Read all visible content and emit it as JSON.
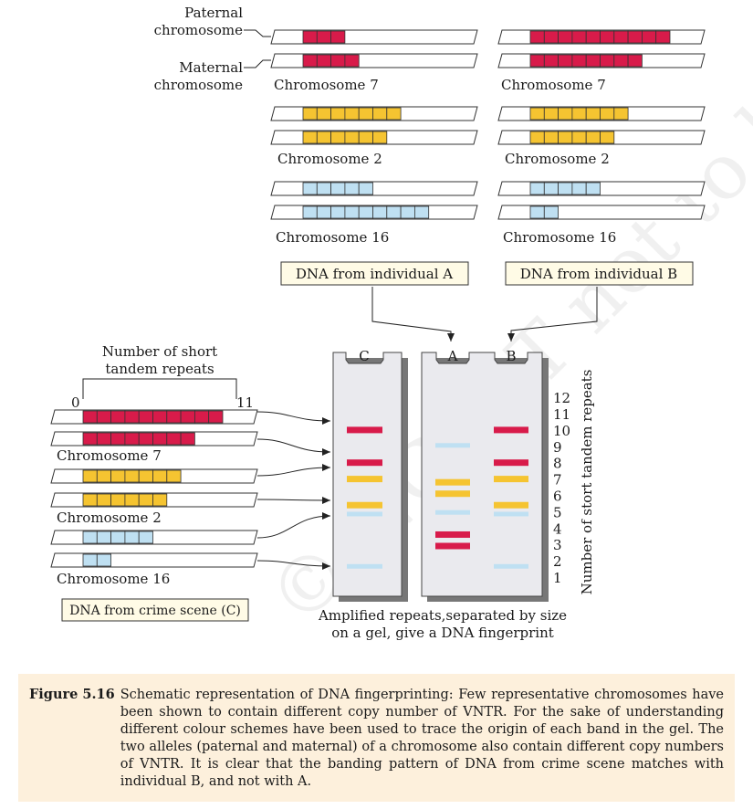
{
  "colors": {
    "red": "#d81b4a",
    "yellow": "#f5c431",
    "blue": "#bfe0f2",
    "gel": "#eaeaee",
    "caption_bg": "#fdf0dc",
    "label_box_bg": "#fffbe6"
  },
  "top_labels": {
    "paternal": [
      "Paternal",
      "chromosome"
    ],
    "maternal": [
      "Maternal",
      "chromosome"
    ]
  },
  "individual_a": {
    "label": "DNA from individual A",
    "chromosomes": [
      {
        "name": "Chromosome 7",
        "color": "red",
        "paternal_repeats": 3,
        "maternal_repeats": 4
      },
      {
        "name": "Chromosome 2",
        "color": "yellow",
        "paternal_repeats": 7,
        "maternal_repeats": 6
      },
      {
        "name": "Chromosome 16",
        "color": "blue",
        "paternal_repeats": 5,
        "maternal_repeats": 9
      }
    ]
  },
  "individual_b": {
    "label": "DNA from individual B",
    "chromosomes": [
      {
        "name": "Chromosome 7",
        "color": "red",
        "paternal_repeats": 10,
        "maternal_repeats": 8
      },
      {
        "name": "Chromosome 2",
        "color": "yellow",
        "paternal_repeats": 7,
        "maternal_repeats": 6
      },
      {
        "name": "Chromosome 16",
        "color": "blue",
        "paternal_repeats": 5,
        "maternal_repeats": 2
      }
    ]
  },
  "crime_scene": {
    "label": "DNA from crime scene (C)",
    "repeat_heading": [
      "Number of short",
      "tandem repeats"
    ],
    "scale_start": "0",
    "scale_end": "11",
    "chromosomes": [
      {
        "name": "Chromosome 7",
        "color": "red",
        "paternal_repeats": 10,
        "maternal_repeats": 8
      },
      {
        "name": "Chromosome 2",
        "color": "yellow",
        "paternal_repeats": 7,
        "maternal_repeats": 6
      },
      {
        "name": "Chromosome 16",
        "color": "blue",
        "paternal_repeats": 5,
        "maternal_repeats": 2
      }
    ]
  },
  "gel": {
    "lanes": [
      "C",
      "A",
      "B"
    ],
    "axis_label": "Number of stort tandem repeats",
    "scale": [
      "1",
      "2",
      "3",
      "4",
      "5",
      "6",
      "7",
      "8",
      "9",
      "10",
      "11",
      "12"
    ],
    "bands": {
      "C": [
        {
          "repeats": 10,
          "color": "red"
        },
        {
          "repeats": 8,
          "color": "red"
        },
        {
          "repeats": 7,
          "color": "yellow"
        },
        {
          "repeats": 5.4,
          "color": "yellow"
        },
        {
          "repeats": 4.8,
          "color": "blue"
        },
        {
          "repeats": 1.6,
          "color": "blue"
        }
      ],
      "A": [
        {
          "repeats": 9,
          "color": "blue"
        },
        {
          "repeats": 6.8,
          "color": "yellow"
        },
        {
          "repeats": 6.1,
          "color": "yellow"
        },
        {
          "repeats": 4.9,
          "color": "blue"
        },
        {
          "repeats": 3.6,
          "color": "red"
        },
        {
          "repeats": 2.9,
          "color": "red"
        }
      ],
      "B": [
        {
          "repeats": 10,
          "color": "red"
        },
        {
          "repeats": 8,
          "color": "red"
        },
        {
          "repeats": 7,
          "color": "yellow"
        },
        {
          "repeats": 5.4,
          "color": "yellow"
        },
        {
          "repeats": 4.8,
          "color": "blue"
        },
        {
          "repeats": 1.6,
          "color": "blue"
        }
      ]
    },
    "caption": [
      "Amplified repeats,separated by size",
      "on a gel, give a DNA fingerprint"
    ]
  },
  "watermark": "© NCERT not to be republished",
  "figure": {
    "label": "Figure 5.16",
    "text": "Schematic representation of DNA fingerprinting: Few representative chromosomes have been shown to contain different copy number of VNTR. For the sake of understanding different colour schemes have been used to trace the origin of each band in the gel. The two alleles (paternal and maternal) of a chromosome also contain different copy numbers of VNTR. It is clear that the banding pattern of DNA from crime scene matches with individual B, and not with A."
  }
}
